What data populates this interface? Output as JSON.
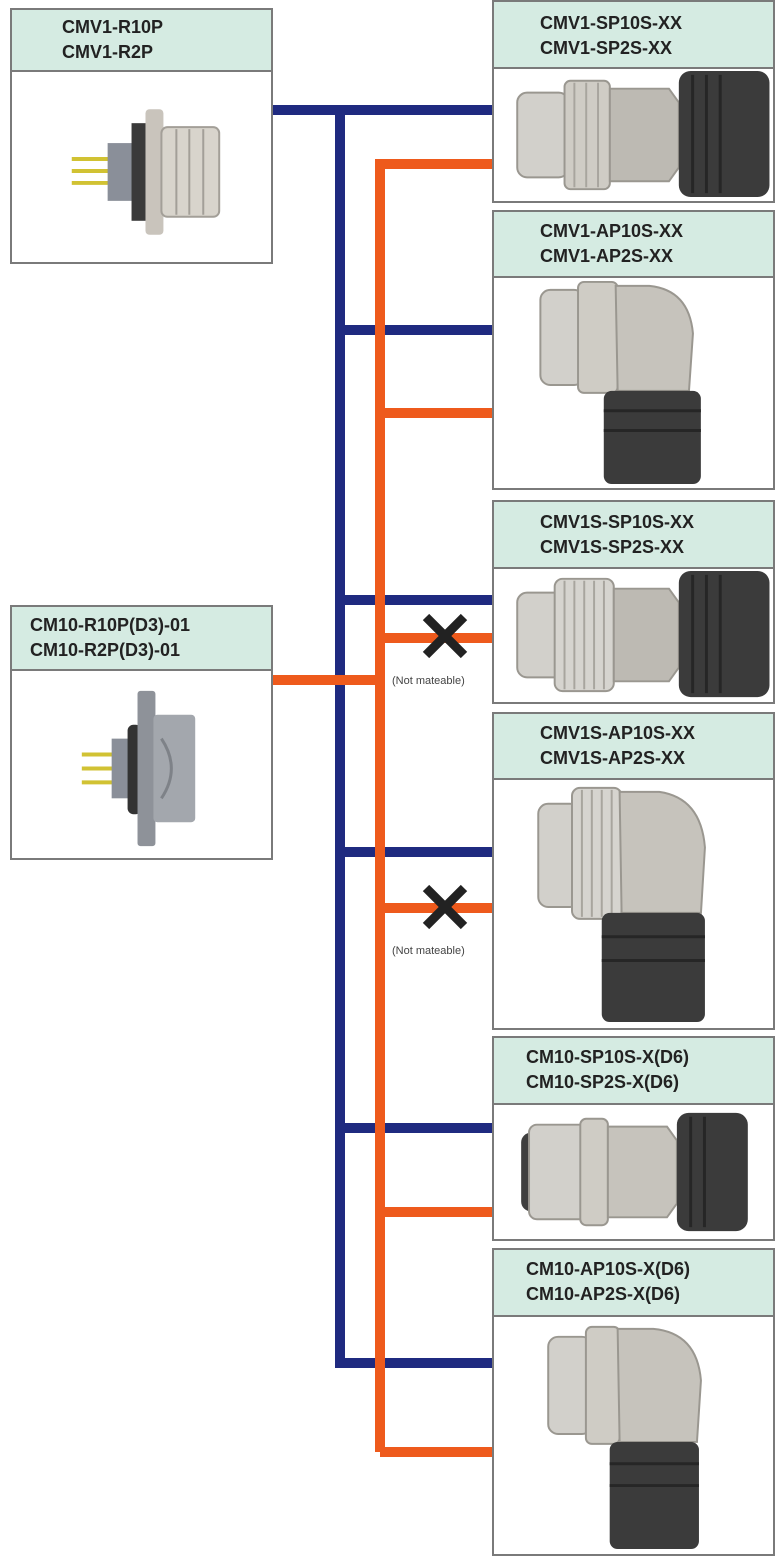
{
  "colors": {
    "header_bg": "#d5ebe2",
    "border": "#7a7a7a",
    "cmv1_line": "#1f2a80",
    "cm10_line": "#ee5a1c",
    "cross": "#222222"
  },
  "receptacles": [
    {
      "lines": [
        "CMV1-R10P",
        "CMV1-R2P"
      ],
      "icon": "flange-receptacle-icon"
    },
    {
      "lines": [
        "CM10-R10P(D3)-01",
        "CM10-R2P(D3)-01"
      ],
      "icon": "flange-receptacle-icon"
    }
  ],
  "plugs": [
    {
      "lines": [
        "CMV1-SP10S-XX",
        "CMV1-SP2S-XX"
      ],
      "icon": "straight-plug-icon"
    },
    {
      "lines": [
        "CMV1-AP10S-XX",
        "CMV1-AP2S-XX"
      ],
      "icon": "angle-plug-icon"
    },
    {
      "lines": [
        "CMV1S-SP10S-XX",
        "CMV1S-SP2S-XX"
      ],
      "icon": "straight-plug-icon"
    },
    {
      "lines": [
        "CMV1S-AP10S-XX",
        "CMV1S-AP2S-XX"
      ],
      "icon": "angle-plug-icon"
    },
    {
      "lines": [
        "CM10-SP10S-X(D6)",
        "CM10-SP2S-X(D6)"
      ],
      "icon": "straight-plug-icon"
    },
    {
      "lines": [
        "CM10-AP10S-X(D6)",
        "CM10-AP2S-X(D6)"
      ],
      "icon": "angle-plug-icon"
    }
  ],
  "not_mateable": [
    "(Not mateable)",
    "(Not mateable)"
  ]
}
